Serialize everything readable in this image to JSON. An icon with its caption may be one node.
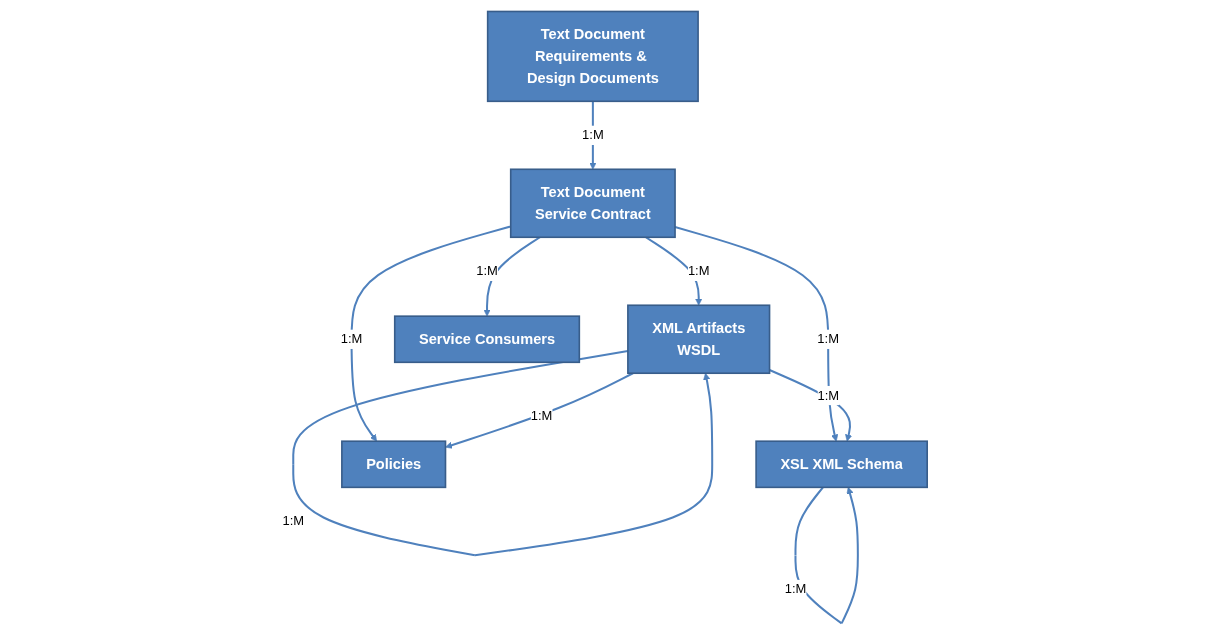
{
  "diagram": {
    "nodes": [
      {
        "text": [
          "Text Document",
          "Requirements & Design Documents"
        ]
      },
      {
        "text": [
          "Text Document",
          "Service Contract"
        ]
      },
      {
        "text": [
          "XML Artifacts",
          "WSDL"
        ]
      },
      {
        "text": [
          "XSL XML Schema"
        ]
      },
      {
        "text": [
          "Service Consumers"
        ]
      },
      {
        "text": [
          "Policies"
        ]
      }
    ],
    "edges": [
      {
        "from": 0,
        "to": 1,
        "arrow": "to",
        "label": "1:M"
      },
      {
        "from": 1,
        "to": 2,
        "arrow": "to",
        "label": "1:M"
      },
      {
        "from": 2,
        "to": 2,
        "arrow": "to",
        "label": "1:M"
      },
      {
        "from": 1,
        "to": 3,
        "arrow": "to",
        "label": "1:M"
      },
      {
        "from": 3,
        "to": 3,
        "arrow": "to",
        "label": "1:M"
      },
      {
        "from": 2,
        "to": 3,
        "arrow": "to",
        "label": "1:M"
      },
      {
        "from": 1,
        "to": 4,
        "arrow": "to",
        "label": "1:M"
      },
      {
        "from": 1,
        "to": 5,
        "arrow": "to",
        "label": "1:M"
      },
      {
        "from": 2,
        "to": 5,
        "arrow": "to",
        "label": "1:M"
      }
    ]
  }
}
